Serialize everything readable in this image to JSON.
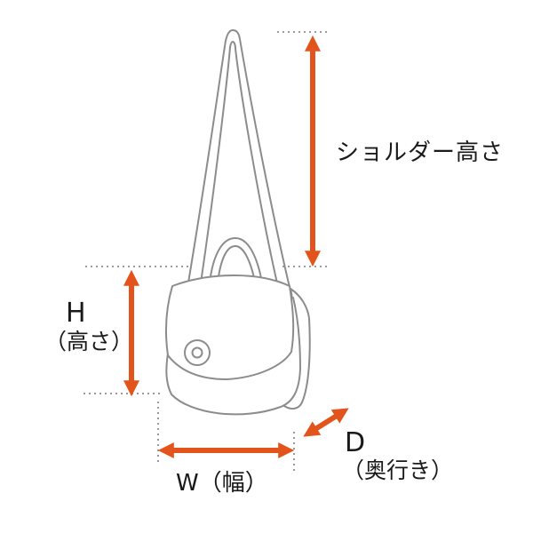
{
  "diagram": {
    "title": "bag-dimension-diagram",
    "labels": {
      "shoulder_height": "ショルダー高さ",
      "height_letter": "H",
      "height_paren": "（高さ）",
      "width": "W（幅）",
      "depth_letter": "D",
      "depth_paren": "（奥行き）"
    },
    "colors": {
      "arrow": "#e2541b",
      "line_art": "#8c8c8c",
      "guide": "#9a9a9a",
      "text": "#1a1a1a",
      "background": "#ffffff"
    }
  }
}
